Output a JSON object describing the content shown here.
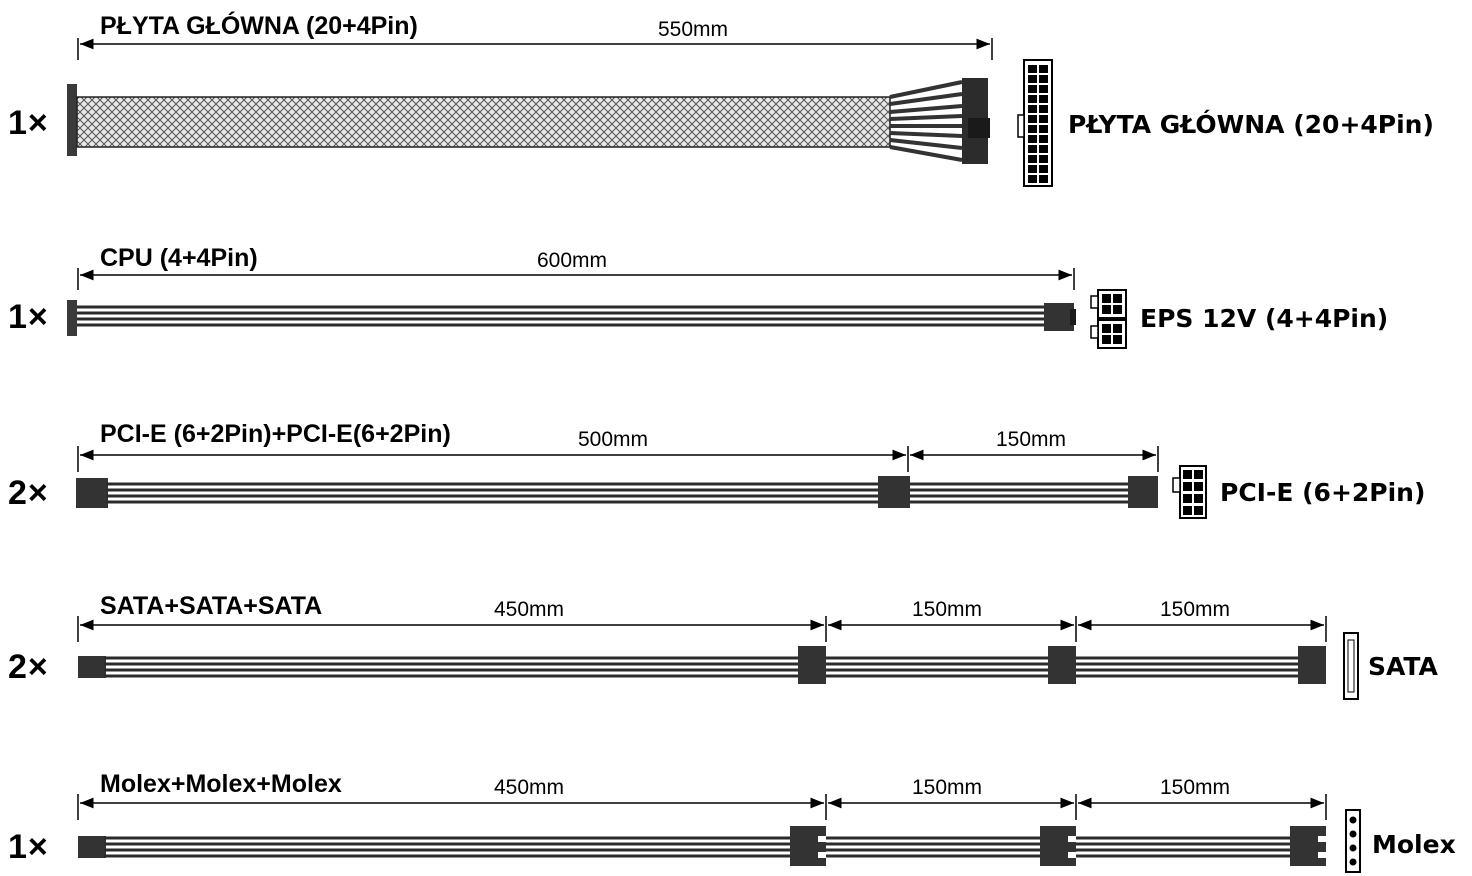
{
  "cables": [
    {
      "quantity": "1×",
      "title": "PŁYTA GŁÓWNA (20+4Pin)",
      "lengths": [
        "550mm"
      ],
      "connector_label": "PŁYTA GŁÓWNA (20+4Pin)",
      "connector_icon": "atx-24pin-connector-icon"
    },
    {
      "quantity": "1×",
      "title": "CPU (4+4Pin)",
      "lengths": [
        "600mm"
      ],
      "connector_label": "EPS 12V (4+4Pin)",
      "connector_icon": "eps-8pin-connector-icon"
    },
    {
      "quantity": "2×",
      "title": "PCI-E (6+2Pin)+PCI-E(6+2Pin)",
      "lengths": [
        "500mm",
        "150mm"
      ],
      "connector_label": "PCI-E (6+2Pin)",
      "connector_icon": "pcie-8pin-connector-icon"
    },
    {
      "quantity": "2×",
      "title": "SATA+SATA+SATA",
      "lengths": [
        "450mm",
        "150mm",
        "150mm"
      ],
      "connector_label": "SATA",
      "connector_icon": "sata-connector-icon"
    },
    {
      "quantity": "1×",
      "title": "Molex+Molex+Molex",
      "lengths": [
        "450mm",
        "150mm",
        "150mm"
      ],
      "connector_label": "Molex",
      "connector_icon": "molex-connector-icon"
    }
  ],
  "colors": {
    "cable": "#2b2b2b",
    "connector": "#3a3a3a",
    "stroke": "#000000"
  }
}
